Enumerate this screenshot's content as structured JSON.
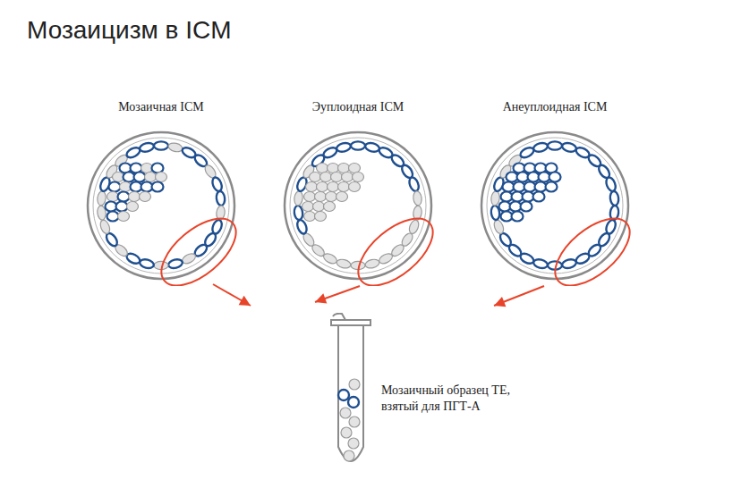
{
  "diagram": {
    "title": "Мозаицизм в ICM",
    "nodes": [
      {
        "text": [
          "Мозаичная ICM"
        ]
      },
      {
        "text": [
          "Эуплоидная ICM"
        ]
      },
      {
        "text": [
          "Анеуплоидная ICM"
        ]
      },
      {
        "text": [
          "Мозаичный образец TE, взятый для ПГТ-А"
        ]
      }
    ],
    "edges": [
      {
        "from": 0,
        "to": 3,
        "arrow": "to"
      },
      {
        "from": 1,
        "to": 3,
        "arrow": "to"
      },
      {
        "from": 2,
        "to": 3,
        "arrow": "to"
      }
    ]
  }
}
